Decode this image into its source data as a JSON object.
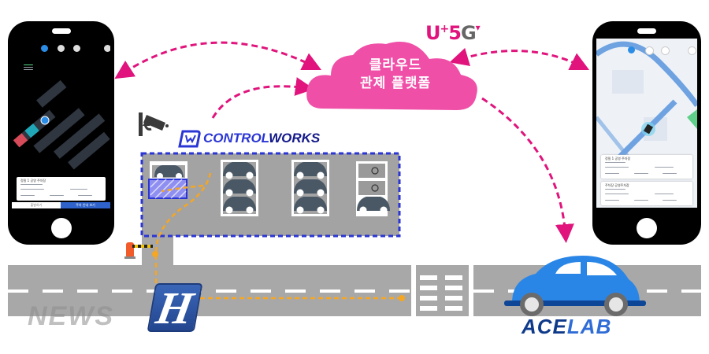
{
  "diagram": {
    "title": "Cloud-based parking control platform with autonomous vehicle",
    "cloud": {
      "line1": "클라우드",
      "line2": "관제 플랫폼",
      "color": "#f04fa8"
    },
    "network_logo": {
      "brand": "U",
      "superscript": "+",
      "five": "5",
      "g": "G"
    },
    "controlworks_logo": {
      "part1": "CONTROL",
      "part2": "WORKS",
      "icon": "controlworks-logo-icon"
    },
    "acelab_logo": {
      "part1": "ACE",
      "part2": "LAB"
    },
    "watermark": {
      "text": "NEWS",
      "badge": "H"
    },
    "left_phone": {
      "theme": "dark",
      "card_title": "정밀 1 공영 주차장",
      "button_left": "출발하기",
      "button_right": "주차 안내 보기"
    },
    "right_phone": {
      "theme": "light-map",
      "cards": [
        {
          "title": "정밀 1 공영 주차장"
        },
        {
          "title": "주차장 공영주차장"
        }
      ]
    },
    "colors": {
      "arrow": "#e0147c",
      "route": "#f5a623",
      "parking_border": "#2a35d4",
      "road": "#a8a8a8",
      "car": "#2a86e6"
    },
    "connections": [
      {
        "from": "left-phone",
        "to": "cloud",
        "style": "dashed",
        "direction": "bidirectional"
      },
      {
        "from": "controlworks",
        "to": "cloud",
        "style": "dashed",
        "direction": "one-way"
      },
      {
        "from": "cloud",
        "to": "right-phone",
        "style": "dashed",
        "direction": "bidirectional"
      },
      {
        "from": "cloud",
        "to": "vehicle",
        "style": "dashed",
        "direction": "one-way"
      }
    ]
  }
}
